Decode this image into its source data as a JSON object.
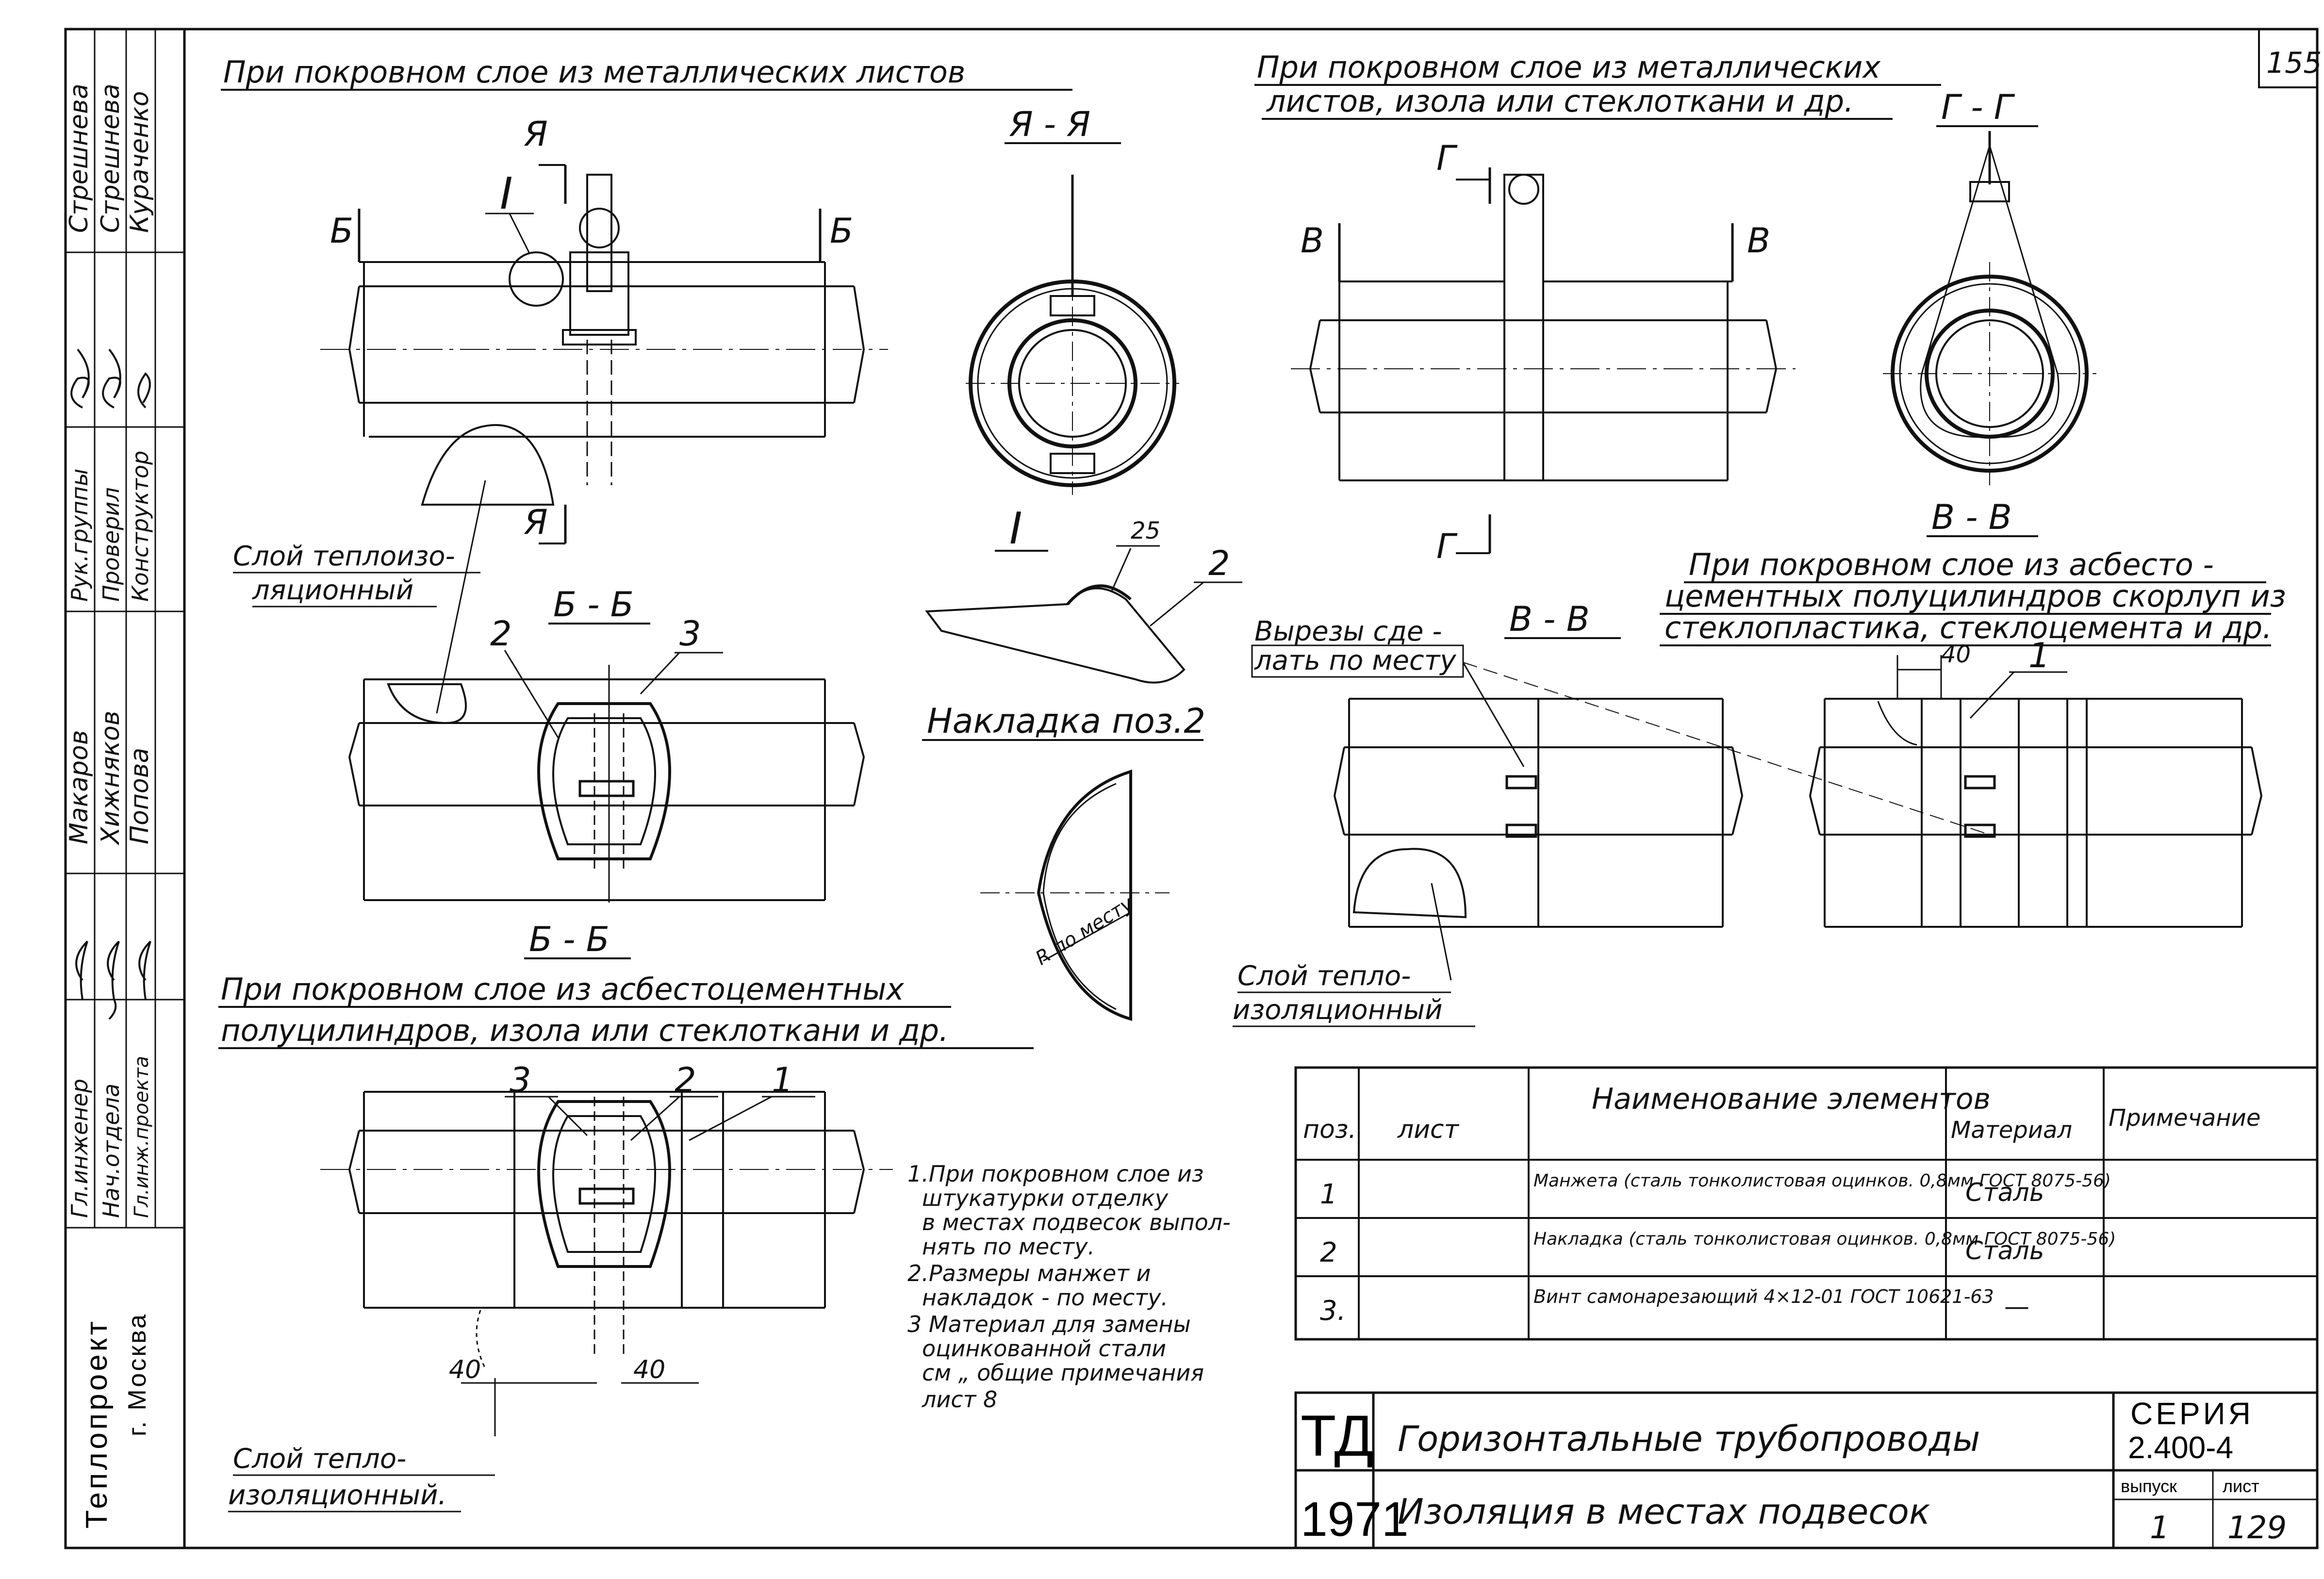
{
  "page_number": "155",
  "views": {
    "left_top_title": "При покровном слое из металлических листов",
    "right_top_title_1": "При покровном слое из металлических",
    "right_top_title_2": "листов, изола или стеклоткани и др.",
    "left_bottom_title_1": "При покровном слое из асбестоцементных",
    "left_bottom_title_2": "полуцилиндров, изола или стеклоткани и др.",
    "right_mid_title_1": "При покровном слое из асбесто -",
    "right_mid_title_2": "цементных полуцилиндров скорлуп из",
    "right_mid_title_3": "стеклопластика, стеклоцемента и др."
  },
  "labels": {
    "section_AA": "Я - Я",
    "section_BB": "Б - Б",
    "section_BB_under": "Б - Б",
    "section_GG": "Г - Г",
    "section_VV": "В - В",
    "section_VV_mid": "В - В",
    "A": "Я",
    "B": "Б",
    "V": "В",
    "G": "Г",
    "node_I": "I",
    "pos1": "1",
    "pos2": "2",
    "pos3": "3",
    "dim_25": "25",
    "dim_40": "40",
    "insul_layer_1": "Слой теплоизо-",
    "insul_layer_2": "ляционный",
    "insul_layer_b1": "Слой тепло-",
    "insul_layer_b2": "изоляционный.",
    "insul_layer_r1": "Слой тепло-",
    "insul_layer_r2": "изоляционный",
    "cutouts_1": "Вырезы сде -",
    "cutouts_2": "лать по месту",
    "overlay_title": "Накладка поз.2",
    "r_note": "R по месту"
  },
  "notes": [
    "1.При покровном слое из",
    "штукатурки отделку",
    "в местах подвесок выпол-",
    "нять по месту.",
    "2.Размеры манжет   и",
    "накладок - по месту.",
    "3 Материал для замены",
    "оцинкованной стали",
    "см „ общие примечания",
    "лист 8"
  ],
  "spec_table": {
    "headers": [
      "поз.",
      "лист",
      "Наименование элементов",
      "Материал",
      "Примечание"
    ],
    "rows": [
      {
        "pos": "1",
        "sheet": "",
        "name": "Манжета (сталь тонколистовая оцинков. 0,8мм ГОСТ 8075-56)",
        "material": "Сталь",
        "note": ""
      },
      {
        "pos": "2",
        "sheet": "",
        "name": "Накладка (сталь тонколистовая оцинков. 0,8мм ГОСТ 8075-56)",
        "material": "Сталь",
        "note": ""
      },
      {
        "pos": "3.",
        "sheet": "",
        "name": "Винт самонарезающий 4×12-01 ГОСТ 10621-63",
        "material": "—",
        "note": ""
      }
    ]
  },
  "title_block": {
    "org": "ТД",
    "year": "1971",
    "title_1": "Горизонтальные трубопроводы",
    "title_2": "Изоляция в местах подвесок",
    "series_label": "СЕРИЯ",
    "series_value": "2.400-4",
    "issue_label": "выпуск",
    "issue_value": "1",
    "sheet_label": "лист",
    "sheet_value": "129"
  },
  "side_stamp": {
    "org_1": "Теплопроект",
    "org_2": "г. Москва",
    "roles": [
      "Гл.инженер",
      "Нач.отдела",
      "Гл.инж.проекта",
      "Рук.группы",
      "Проверил",
      "Конструктор"
    ],
    "names": [
      "Стрешнева",
      "Стрешнева",
      "Кураченко",
      "Макаров",
      "Хижняков",
      "Попова"
    ]
  }
}
